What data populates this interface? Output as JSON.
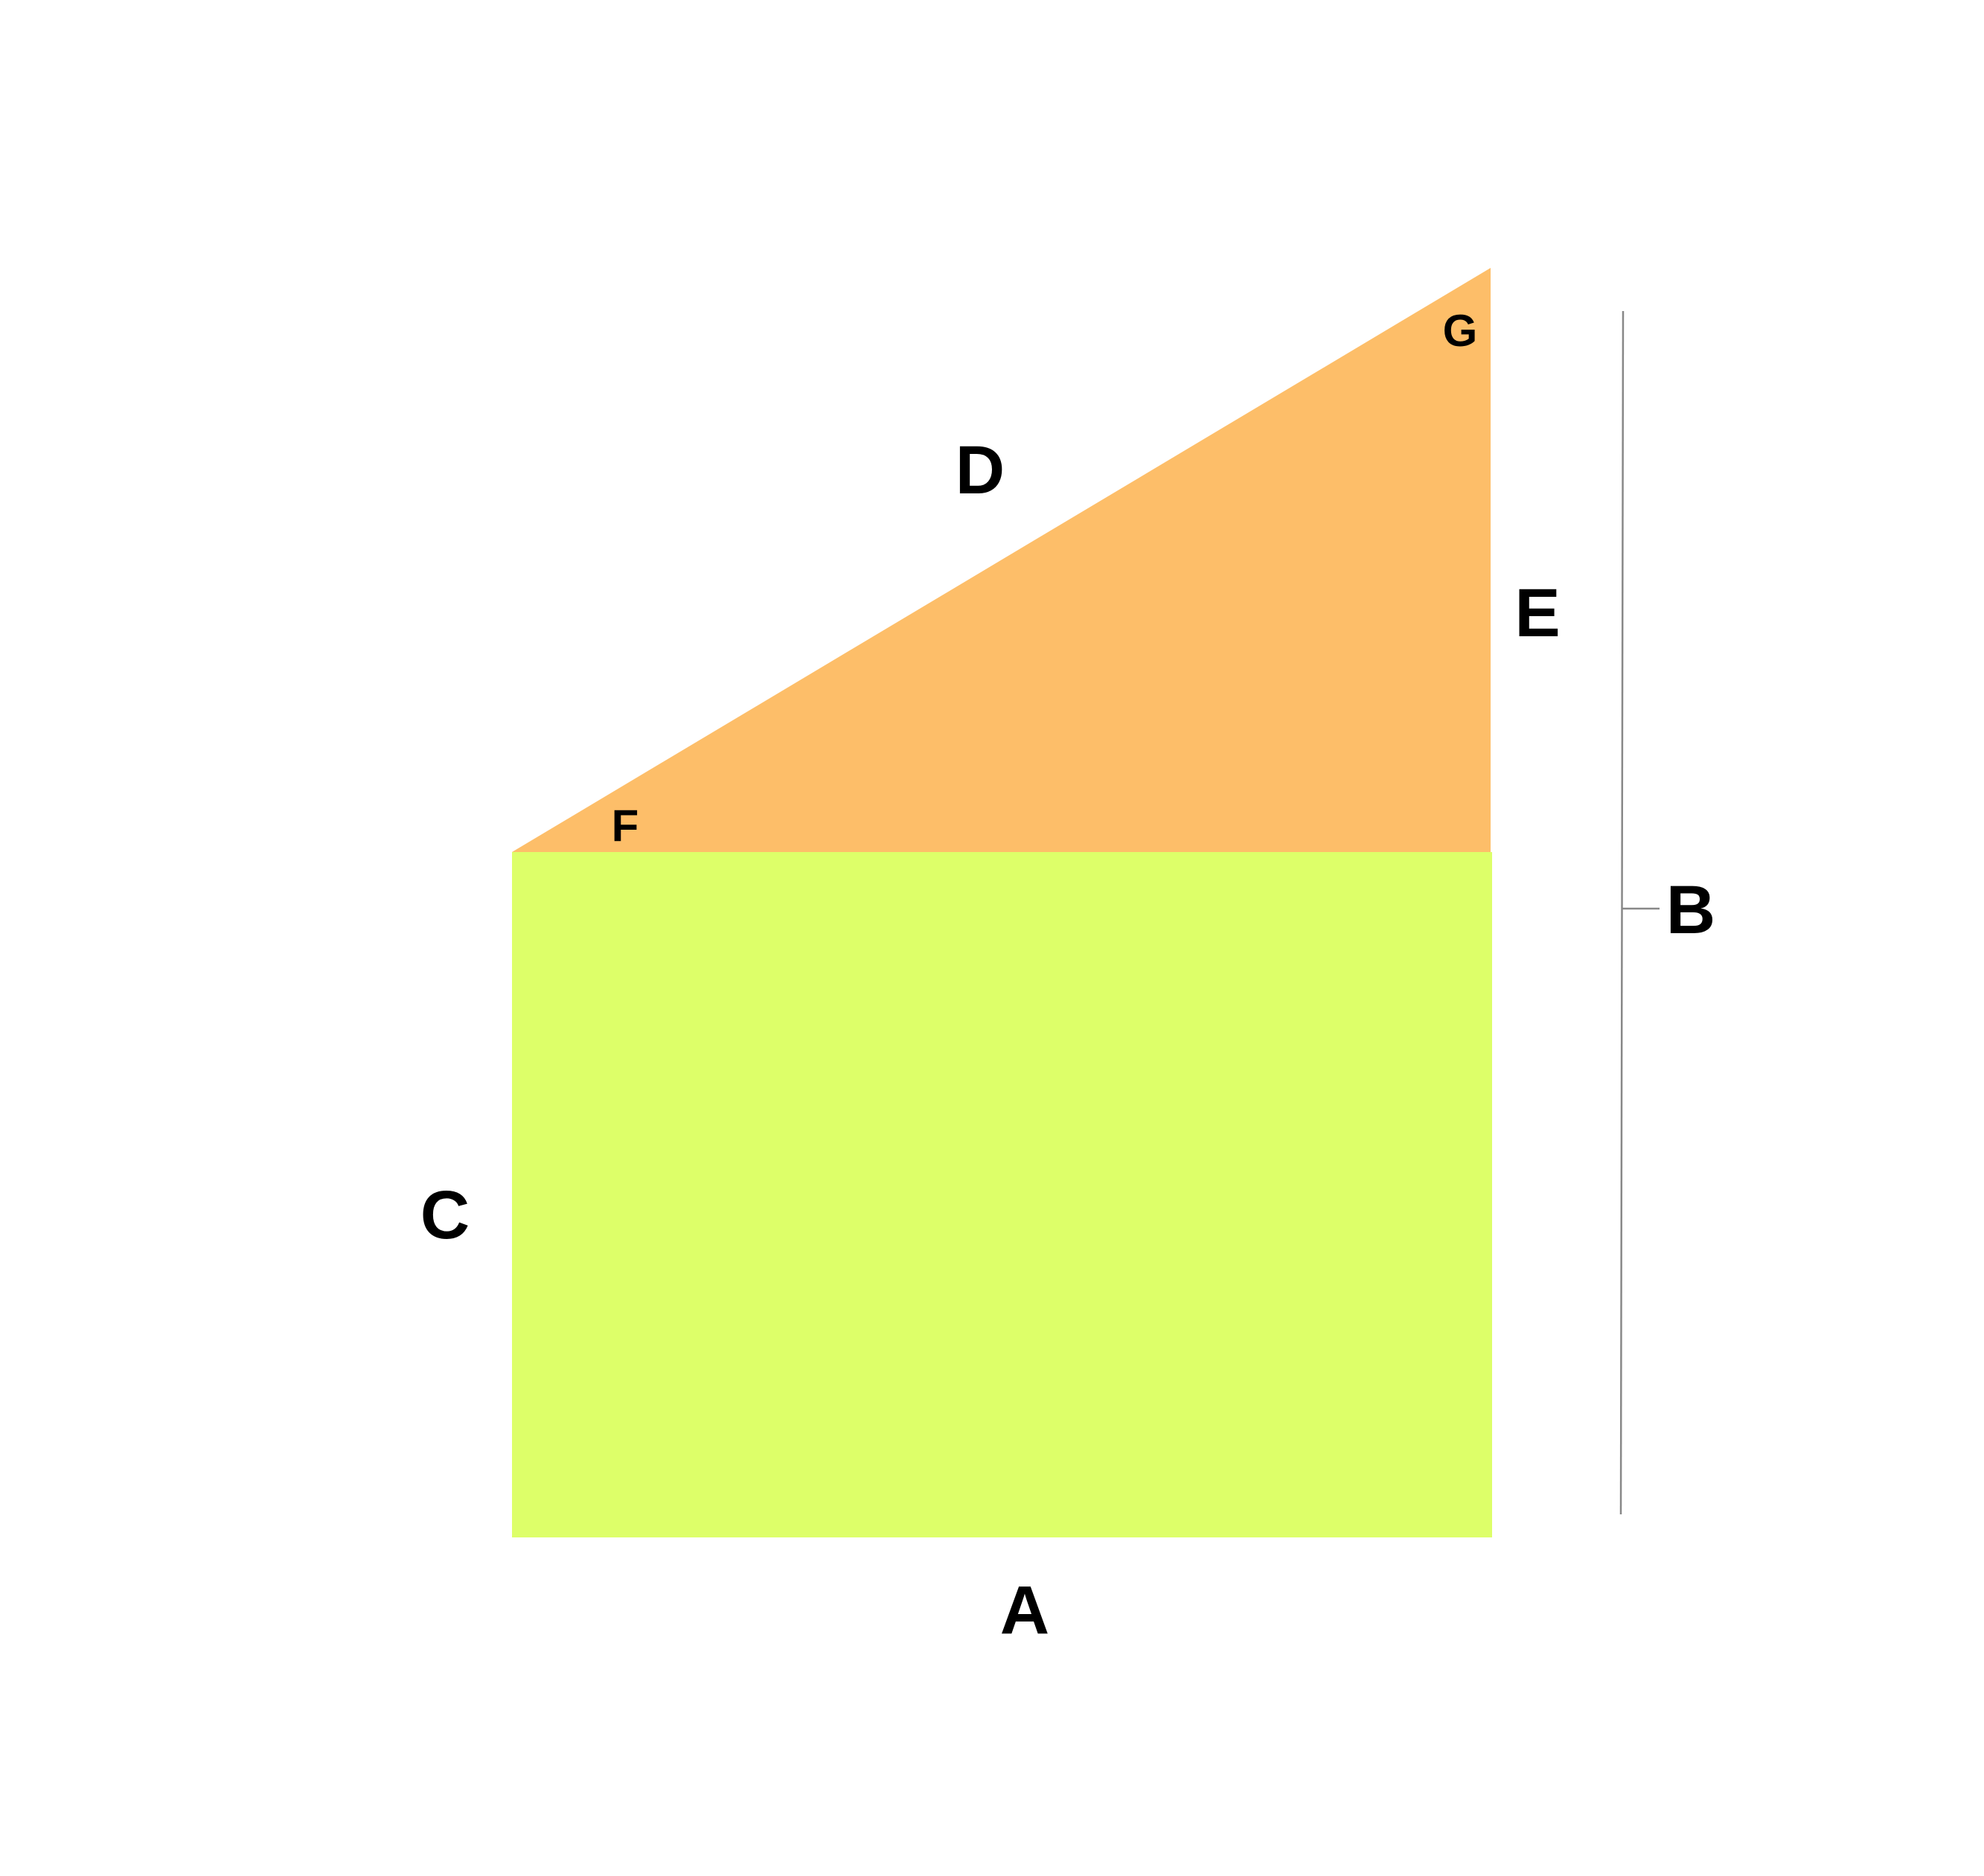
{
  "diagram": {
    "colors": {
      "triangle_fill": "#FDBE69",
      "rectangle_fill": "#DDFF69",
      "dimension_line": "#888888",
      "label_text": "#000000",
      "background": "#FFFFFF"
    },
    "labels": {
      "bottom_side": "A",
      "dimension_total_height": "B",
      "left_side": "C",
      "hypotenuse": "D",
      "right_vertical_side": "E",
      "angle_bottom_left": "F",
      "angle_top_right": "G"
    }
  }
}
